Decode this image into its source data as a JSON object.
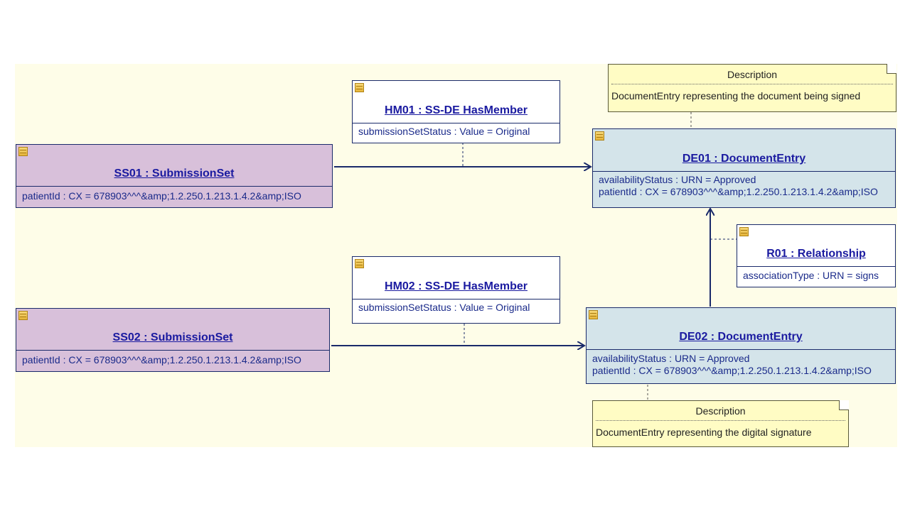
{
  "diagram": {
    "objects": {
      "ss01": {
        "title": "SS01 : SubmissionSet",
        "attrs": [
          "patientId : CX = 678903^^^&amp;1.2.250.1.213.1.4.2&amp;ISO"
        ]
      },
      "ss02": {
        "title": "SS02 : SubmissionSet",
        "attrs": [
          "patientId : CX = 678903^^^&amp;1.2.250.1.213.1.4.2&amp;ISO"
        ]
      },
      "hm01": {
        "title": "HM01 : SS-DE HasMember",
        "attrs": [
          "submissionSetStatus : Value = Original"
        ]
      },
      "hm02": {
        "title": "HM02 : SS-DE HasMember",
        "attrs": [
          "submissionSetStatus : Value = Original"
        ]
      },
      "de01": {
        "title": "DE01 : DocumentEntry",
        "attrs": [
          "availabilityStatus : URN = Approved",
          "patientId : CX = 678903^^^&amp;1.2.250.1.213.1.4.2&amp;ISO"
        ]
      },
      "de02": {
        "title": "DE02 : DocumentEntry",
        "attrs": [
          "availabilityStatus : URN = Approved",
          "patientId : CX = 678903^^^&amp;1.2.250.1.213.1.4.2&amp;ISO"
        ]
      },
      "r01": {
        "title": "R01 : Relationship",
        "attrs": [
          "associationType : URN = signs"
        ]
      }
    },
    "notes": {
      "note1": {
        "title": "Description",
        "text": "DocumentEntry representing the document being signed"
      },
      "note2": {
        "title": "Description",
        "text": "DocumentEntry representing the digital signature"
      }
    },
    "colors": {
      "submission_set": "#d8c0da",
      "document_entry": "#d4e4ea",
      "note": "#fffcc4",
      "line": "#1a2a6a"
    }
  }
}
